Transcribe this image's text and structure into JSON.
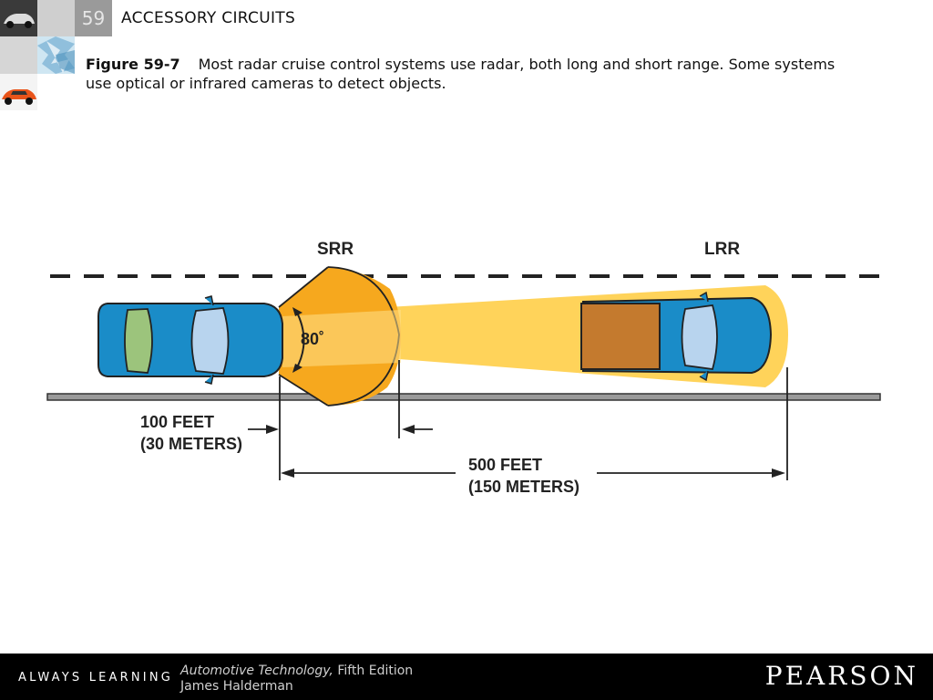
{
  "header": {
    "chapter_number": "59",
    "chapter_title": "ACCESSORY CIRCUITS"
  },
  "caption": {
    "figure_label": "Figure 59-7",
    "text": "Most radar cruise control systems use radar, both long and short range. Some systems use optical or infrared cameras to detect objects."
  },
  "diagram": {
    "srr_label": "SRR",
    "lrr_label": "LRR",
    "angle_label": "80˚",
    "short_range_line1": "100 FEET",
    "short_range_line2": "(30 METERS)",
    "long_range_line1": "500 FEET",
    "long_range_line2": "(150 METERS)",
    "colors": {
      "car_body": "#1a8cc8",
      "window": "#b8d4ee",
      "rear_window": "#9cc47c",
      "truck_bed": "#c47a2e",
      "beam": "#ffd35a",
      "srr_cone": "#f6a81e"
    }
  },
  "footer": {
    "tagline": "ALWAYS LEARNING",
    "book_title": "Automotive Technology,",
    "edition": " Fifth Edition",
    "author": "James Halderman",
    "publisher": "PEARSON"
  }
}
